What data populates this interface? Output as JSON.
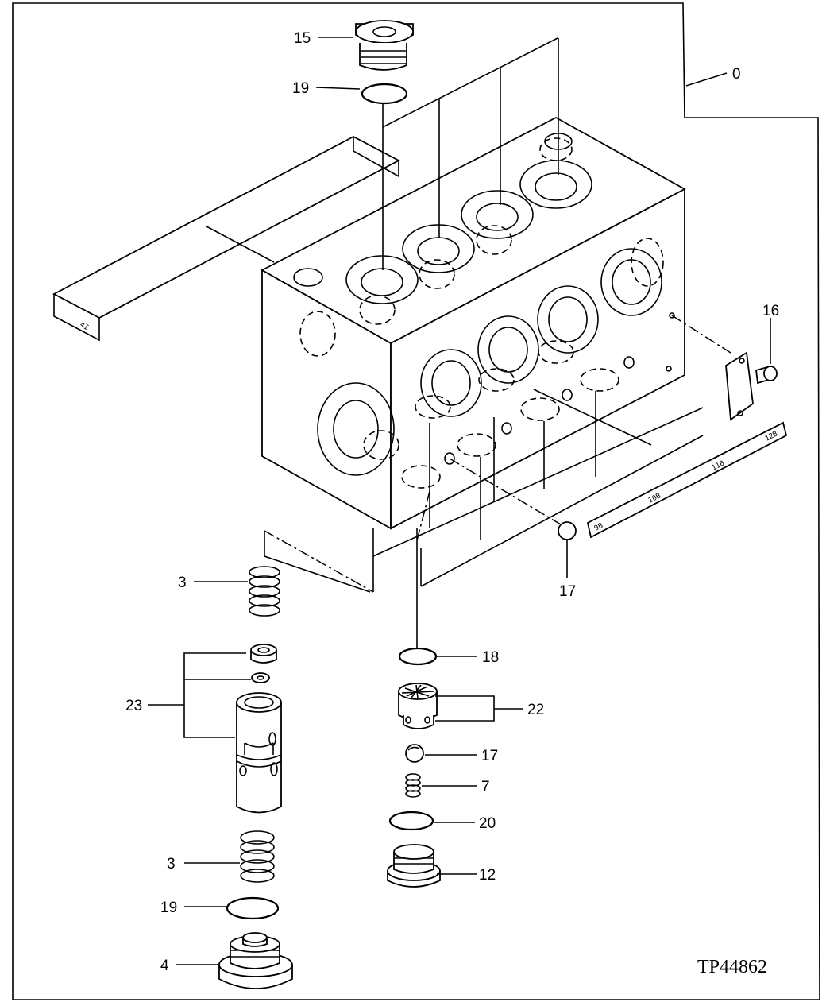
{
  "figure_id": "TP44862",
  "callouts": [
    {
      "id": "c0",
      "label": "0"
    },
    {
      "id": "c15",
      "label": "15"
    },
    {
      "id": "c19a",
      "label": "19"
    },
    {
      "id": "c16",
      "label": "16"
    },
    {
      "id": "c17a",
      "label": "17"
    },
    {
      "id": "c3a",
      "label": "3"
    },
    {
      "id": "c23",
      "label": "23"
    },
    {
      "id": "c3b",
      "label": "3"
    },
    {
      "id": "c19b",
      "label": "19"
    },
    {
      "id": "c4",
      "label": "4"
    },
    {
      "id": "c18",
      "label": "18"
    },
    {
      "id": "c22",
      "label": "22"
    },
    {
      "id": "c17b",
      "label": "17"
    },
    {
      "id": "c7",
      "label": "7"
    },
    {
      "id": "c20",
      "label": "20"
    },
    {
      "id": "c12",
      "label": "12"
    }
  ],
  "tag_left": "4I",
  "tag_right": [
    "9B",
    "10B",
    "11B",
    "12B"
  ]
}
